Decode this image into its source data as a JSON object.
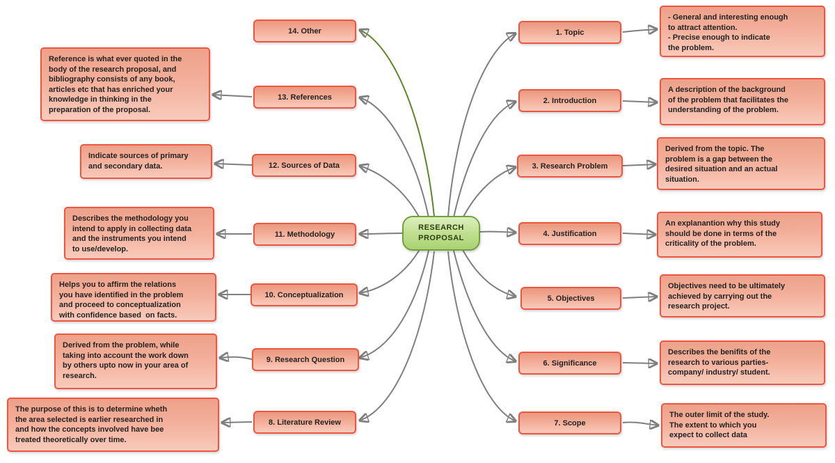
{
  "center": {
    "label": "RESEARCH PROPOSAL"
  },
  "colors": {
    "node_border": "#ee5642",
    "node_fill_top": "#eb977e",
    "node_fill_bottom": "#f9cbbc",
    "center_border": "#71a33c",
    "center_fill_top": "#dcefc0",
    "center_fill_bottom": "#a9d271",
    "connector": "#7f7f7f",
    "highlight_connector": "#5c8727"
  },
  "right_branches": [
    {
      "label": "1. Topic",
      "description": "- General and interesting enough\nto attract attention.\n- Precise enough to indicate\nthe problem."
    },
    {
      "label": "2. Introduction",
      "description": "A description of the background\nof the problem that facilitates the\nunderstanding of the problem."
    },
    {
      "label": "3. Research Problem",
      "description": "Derived from the topic. The\nproblem is a gap between the\ndesired situation and an actual\nsituation."
    },
    {
      "label": "4. Justification",
      "description": "An explanantion why this study\nshould be done in terms of the\ncriticality of the problem."
    },
    {
      "label": "5. Objectives",
      "description": "Objectives need to be ultimately\nachieved by carrying out the\nresearch project."
    },
    {
      "label": "6. Significance",
      "description": "Describes the benifits of the\nresearch to various parties-\ncompany/ industry/ student."
    },
    {
      "label": "7. Scope",
      "description": "The outer limit of the study.\nThe extent to which you\nexpect to collect data"
    }
  ],
  "left_branches": [
    {
      "label": "14. Other"
    },
    {
      "label": "13. References",
      "description": "Reference is what ever quoted in the\nbody of the research proposal, and\nbibliography consists of any book,\narticles etc that has enriched your\nknowledge in thinking in the\npreparation of the proposal."
    },
    {
      "label": "12. Sources of Data",
      "description": "Indicate sources of primary\nand secondary data."
    },
    {
      "label": "11. Methodology",
      "description": "Describes the methodology you\nintend to apply in collecting data\nand the instruments you intend\nto use/develop."
    },
    {
      "label": "10. Conceptualization",
      "description": "Helps you to affirm the relations\nyou have identified in the problem\nand proceed to conceptualization\nwith confidence based  on facts."
    },
    {
      "label": "9. Research Question",
      "description": "Derived from the problem, while\ntaking into account the work down\nby others upto now in your area of\nresearch."
    },
    {
      "label": "8. Literature Review",
      "description": "The purpose of this is to determine wheth\nthe area selected is earlier researched in\nand how the concepts involved have bee\ntreated theoretically over time."
    }
  ]
}
